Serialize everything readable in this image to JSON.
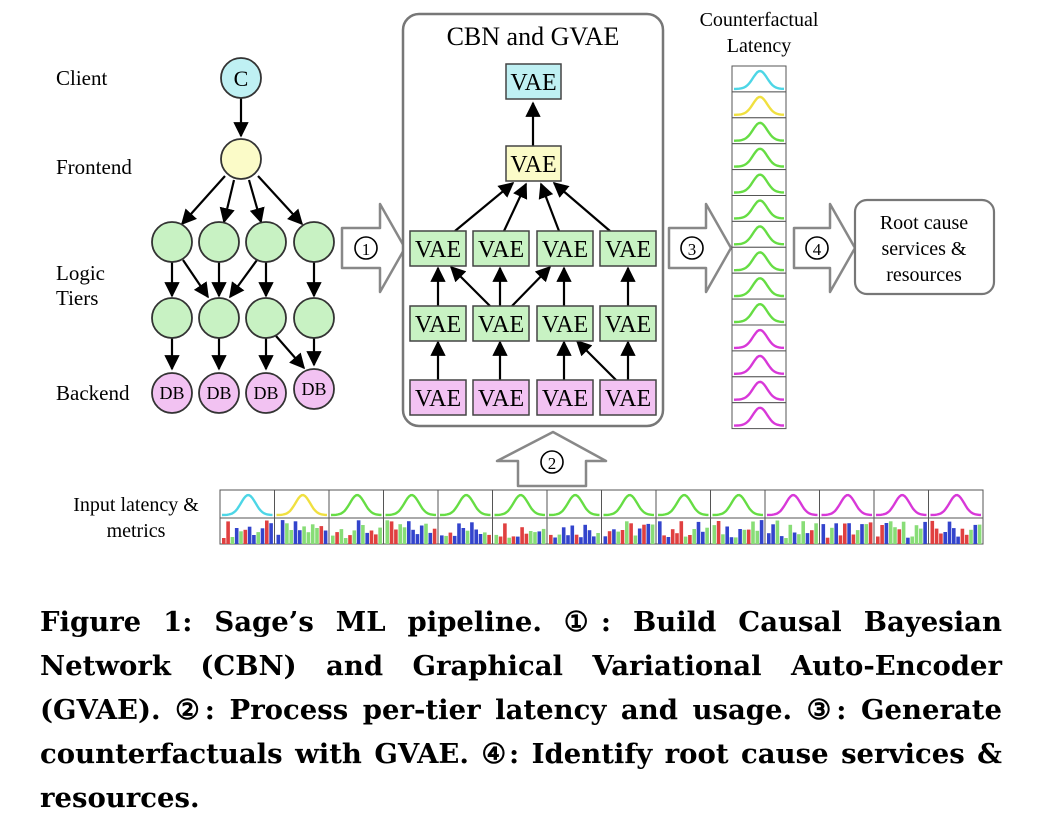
{
  "tiers": {
    "client": "Client",
    "frontend": "Frontend",
    "logic_line1": "Logic",
    "logic_line2": "Tiers",
    "backend": "Backend"
  },
  "nodes": {
    "client_letter": "C",
    "db_label": "DB",
    "vae_label": "VAE"
  },
  "panel_title": "CBN and GVAE",
  "counterfactual_line1": "Counterfactual",
  "counterfactual_line2": "Latency",
  "input_line1": "Input latency &",
  "input_line2": "metrics",
  "result_line1": "Root cause",
  "result_line2": "services &",
  "result_line3": "resources",
  "steps": [
    "1",
    "2",
    "3",
    "4"
  ],
  "colors": {
    "client": "#bff0f3",
    "frontend": "#fbfbc8",
    "logic": "#c8f2c3",
    "backend": "#f2c2f2",
    "curve_cyan": "#4dd6e6",
    "curve_yellow": "#f0e040",
    "curve_green": "#66dd44",
    "curve_magenta": "#d838d8",
    "bar_red": "#e04040",
    "bar_blue": "#3344cc",
    "bar_green": "#88dd77"
  },
  "caption": "Figure 1: Sage’s ML pipeline. ①: Build Causal Bayesian Network (CBN) and Graphical Variational Auto-Encoder (GVAE). ②: Process per-tier latency and usage. ③: Generate counterfactuals with GVAE. ④: Identify root cause services & resources."
}
